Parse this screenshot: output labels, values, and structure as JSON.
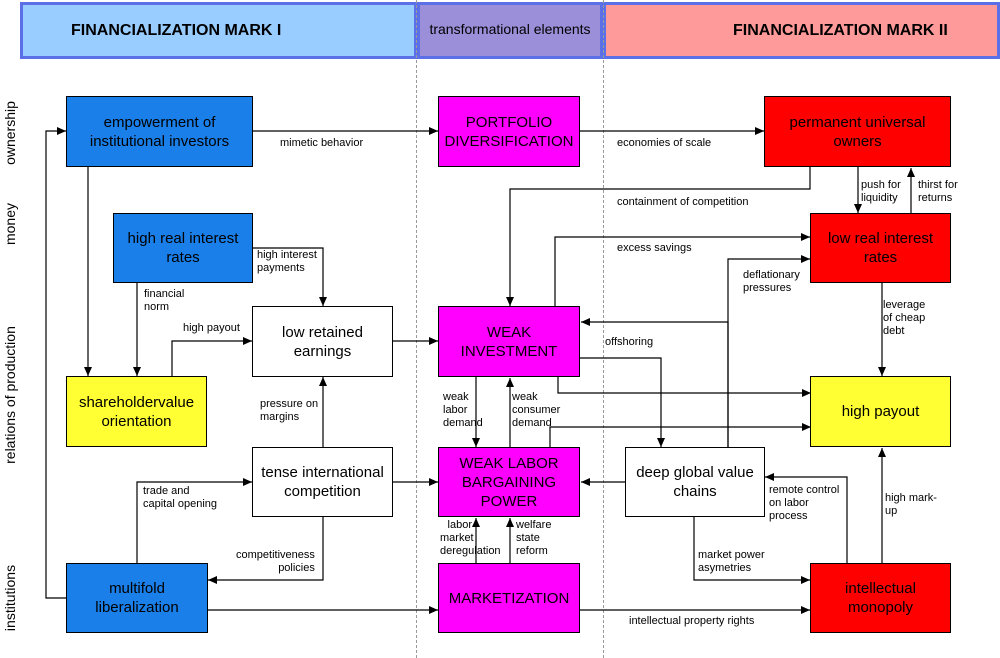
{
  "headers": {
    "left": "FINANCIALIZATION MARK I",
    "middle": "transformational elements",
    "right": "FINANCIALIZATION MARK II"
  },
  "rows": {
    "ownership": "ownership",
    "money": "money",
    "relations": "relations of production",
    "institutions": "institutions"
  },
  "boxes": {
    "empowerment": "empowerment of institutional investors",
    "high_rates": "high real interest rates",
    "shareholder": "shareholdervalue orientation",
    "low_retained": "low retained earnings",
    "tense": "tense international competition",
    "multifold": "multifold liberalization",
    "portfolio": "PORTFOLIO DIVERSIFICATION",
    "weak_investment": "WEAK INVESTMENT",
    "weak_labor": "WEAK LABOR BARGAINING POWER",
    "marketization": "MARKETIZATION",
    "universal": "permanent universal owners",
    "low_rates": "low real interest rates",
    "high_payout": "high payout",
    "global_chains": "deep global value chains",
    "intellectual": "intellectual monopoly"
  },
  "labels": {
    "mimetic": "mimetic behavior",
    "economies": "economies of scale",
    "containment": "containment of competition",
    "push1": "push for",
    "push2": "liquidity",
    "thirst1": "thirst for",
    "thirst2": "returns",
    "excess": "excess savings",
    "deflat1": "deflationary",
    "deflat2": "pressures",
    "hip1": "high interest",
    "hip2": "payments",
    "finnorm1": "financial",
    "finnorm2": "norm",
    "highpayout": "high payout",
    "leverage1": "leverage",
    "leverage2": "of cheap",
    "leverage3": "debt",
    "offshoring": "offshoring",
    "pressure1": "pressure on",
    "pressure2": "margins",
    "wld1": "weak",
    "wld2": "labor",
    "wld3": "demand",
    "wcd1": "weak",
    "wcd2": "consumer",
    "wcd3": "demand",
    "trade1": "trade and",
    "trade2": "capital opening",
    "remote1": "remote control",
    "remote2": "on labor",
    "remote3": "process",
    "markup1": "high mark-",
    "markup2": "up",
    "comp1": "competitiveness",
    "comp2": "policies",
    "lmd1": "labor",
    "lmd2": "market",
    "lmd3": "deregulation",
    "wsr1": "welfare",
    "wsr2": "state",
    "wsr3": "reform",
    "mpa1": "market power",
    "mpa2": "asymetries",
    "ipr": "intellectual property rights"
  },
  "colors": {
    "blue": "#1a7fe8",
    "magenta": "#ff00ff",
    "red": "#ff0000",
    "yellow": "#ffff33"
  }
}
